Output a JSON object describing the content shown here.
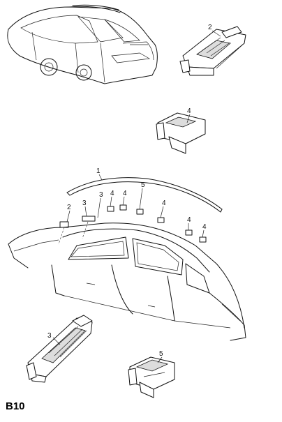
{
  "diagram": {
    "code": "B10",
    "callouts": {
      "top_clip": "2",
      "top_block": "4",
      "strip": "1",
      "mid_2": "2",
      "mid_3a": "3",
      "mid_3b": "3",
      "mid_4a": "4",
      "mid_4b": "4",
      "mid_5": "5",
      "mid_4c": "4",
      "mid_4d": "4",
      "mid_4e": "4",
      "bottom_clip": "3",
      "bottom_block": "5"
    }
  }
}
